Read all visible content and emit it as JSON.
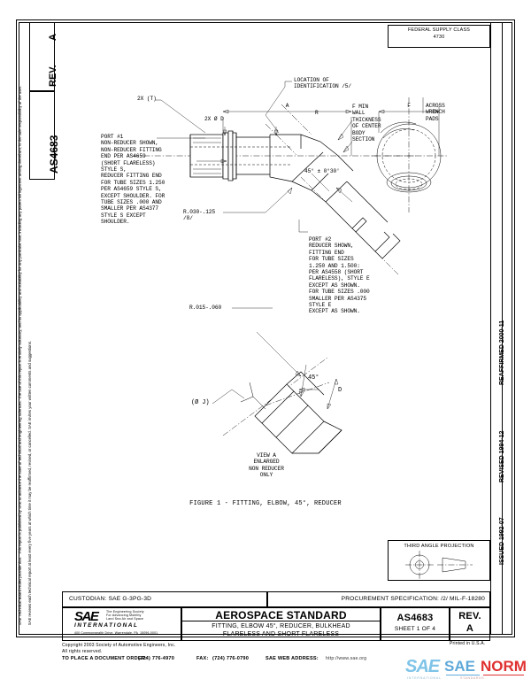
{
  "document": {
    "number": "AS4683",
    "rev": "A",
    "rev_label": "REV.",
    "fsc_label": "FEDERAL SUPPLY CLASS",
    "fsc_value": "4730",
    "issued": "ISSUED 1992-07",
    "revised": "REVISED 1994-12",
    "reaffirmed": "REAFFIRMED 2000-11"
  },
  "left_margin": {
    "note_1": "SAE Technical Board Rules provide that: \"This report is published by SAE to advance the state of technical and engineering sciences. The use of this report is entirely voluntary, and its applicability and suitability for any particular use, including any patent infringement arising therefrom, is the sole responsibility of the user.\"",
    "note_2": "SAE reviews each technical report at least every five years at which time it may be reaffirmed, revised, or cancelled. SAE invites your written comments and suggestions."
  },
  "drawing": {
    "callouts": {
      "location_of_identification": "LOCATION OF\nIDENTIFICATION /5/",
      "min_wall": "F MIN\nWALL\nTHICKNESS\nOF CENTER\nBODY\nSECTION",
      "across_wrench_pads": "ACROSS\nWRENCH\nPADS",
      "two_x_t": "2X (T)",
      "two_x_dia_d": "2X Ø D",
      "dim_a": "A",
      "dim_f": "F",
      "dim_r": "R",
      "angle_45_0_30": "45° ± 0°30'",
      "radius_030_125": "R.030-.125\n/8/",
      "radius_015_060": "R.015-.060",
      "view_a_45": "45°",
      "view_a_d": "D",
      "view_a_dia_j": "(Ø J)",
      "port1": "PORT #1\nNON-REDUCER SHOWN,\nNON-REDUCER FITTING\nEND PER AS4659\n(SHORT FLARELESS)\nSTYLE S,\nREDUCER FITTING END\nFOR TUBE SIZES 1.250\nPER AS4659 STYLE S,\nEXCEPT SHOULDER. FOR\nTUBE SIZES .000 AND\nSMALLER PER AS4377\nSTYLE S EXCEPT\nSHOULDER.",
      "port2": "PORT #2\nREDUCER SHOWN,\nFITTING END\nFOR TUBE SIZES\n1.250 AND 1.500:\nPER AS4558 (SHORT\nFLARELESS), STYLE E\nEXCEPT AS SHOWN.\nFOR TUBE SIZES .000\nSMALLER PER AS4375\nSTYLE E\nEXCEPT AS SHOWN."
    },
    "view_a_label": "VIEW A\nENLARGED\nNON REDUCER\nONLY",
    "figure_caption": "FIGURE 1 - FITTING, ELBOW, 45°, REDUCER"
  },
  "projection_block": {
    "title": "THIRD ANGLE PROJECTION"
  },
  "title_block": {
    "custodian": "CUSTODIAN: SAE G-3PG-3D",
    "procurement_spec": "PROCUREMENT SPECIFICATION: /2/ MIL-F-18280",
    "standard_title": "AEROSPACE STANDARD",
    "subtitle_line1": "FITTING, ELBOW 45°, REDUCER, BULKHEAD",
    "subtitle_line2": "FLARELESS AND SHORT FLARELESS",
    "doc_number": "AS4683",
    "sheet": "SHEET 1 OF 4",
    "rev_label": "REV.",
    "rev_value": "A",
    "sae_logo_text": "SAE",
    "sae_logo_sub": "INTERNATIONAL",
    "sae_tagline_line1": "The Engineering Society",
    "sae_tagline_line2": "For Advancing Mobility",
    "sae_tagline_line3": "Land Sea Air and Space",
    "sae_address": "400 Commonwealth Drive, Warrendale, PA  15096-0001"
  },
  "footer": {
    "copyright_line1": "Copyright 2003 Society of Automotive Engineers, Inc.",
    "copyright_line2": "All rights reserved.",
    "order_label": "TO PLACE A DOCUMENT ORDER:",
    "order_phone": "(724) 776-4970",
    "fax_label": "FAX:",
    "fax_number": "(724) 776-0790",
    "web_label": "SAE WEB ADDRESS:",
    "web_url": "http://www.sae.org",
    "printed_in": "Printed in U.S.A."
  },
  "watermark": {
    "sae": "SAE",
    "sae_word": "SAE",
    "norm_word": "NORM",
    "sub_left": "INTERNATIONAL",
    "sub_right": "STANDARDS"
  }
}
